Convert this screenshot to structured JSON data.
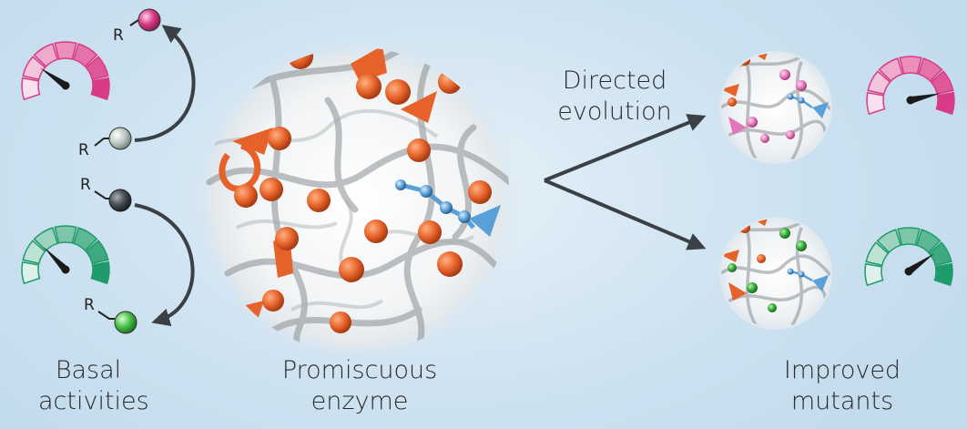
{
  "labels": {
    "basal_line1": "Basal",
    "basal_line2": "activities",
    "promiscuous_line1": "Promiscuous",
    "promiscuous_line2": "enzyme",
    "directed_line1": "Directed",
    "directed_line2": "evolution",
    "improved_line1": "Improved",
    "improved_line2": "mutants",
    "substituent": "R"
  },
  "colors": {
    "pink": "#d83c86",
    "pink_light": "#f2b7d2",
    "green": "#1f9b6b",
    "green_light": "#9fdcc1",
    "substrate_gray": "#b9c9c0",
    "substrate_dark": "#4a4f55",
    "product_green": "#4cc24a",
    "protein_orange": "#e6622a",
    "ligand_blue": "#5aa0d8",
    "arrow": "#3a4046"
  },
  "gauges": [
    {
      "id": "basal-pink",
      "color": "pink",
      "level": 0.25
    },
    {
      "id": "basal-green",
      "color": "green",
      "level": 0.3
    },
    {
      "id": "improved-pink",
      "color": "pink",
      "level": 0.85
    },
    {
      "id": "improved-green",
      "color": "green",
      "level": 0.75
    }
  ],
  "icons": [
    "gauge-icon",
    "molecule-icon",
    "enzyme-structure-icon",
    "arrow-icon"
  ]
}
